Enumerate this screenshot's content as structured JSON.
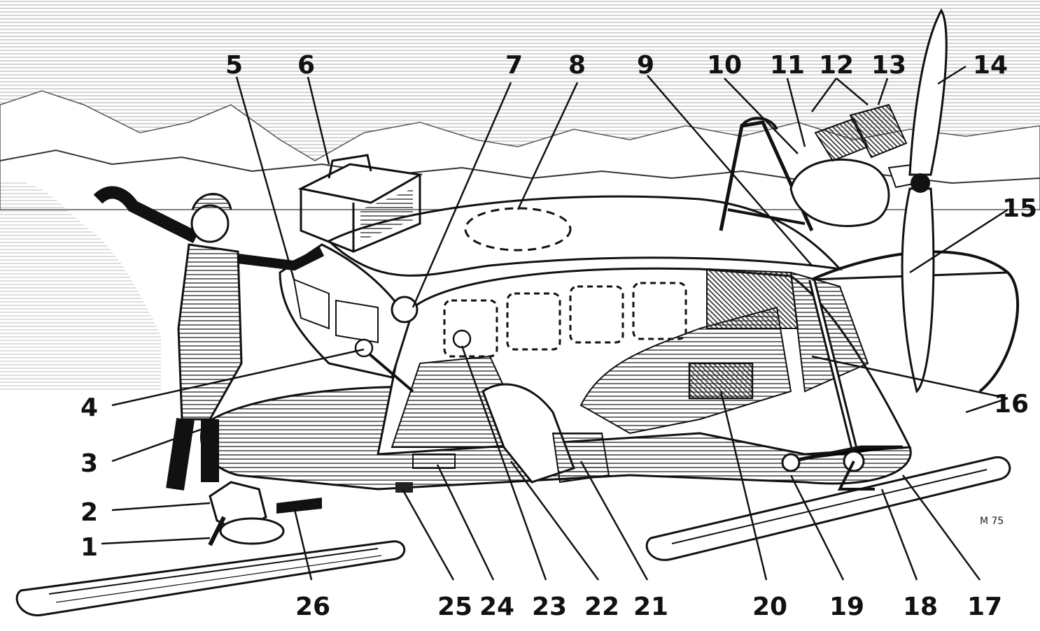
{
  "labels": [
    "1",
    "2",
    "3",
    "4",
    "5",
    "6",
    "7",
    "8",
    "9",
    "10",
    "11",
    "12",
    "13",
    "14",
    "15",
    "16",
    "17",
    "18",
    "19",
    "20",
    "21",
    "22",
    "23",
    "24",
    "25",
    "26"
  ],
  "signature": "M 75",
  "colors": {
    "ink": "#111111",
    "paper": "#ffffff",
    "shade": "#bdbdbd"
  }
}
